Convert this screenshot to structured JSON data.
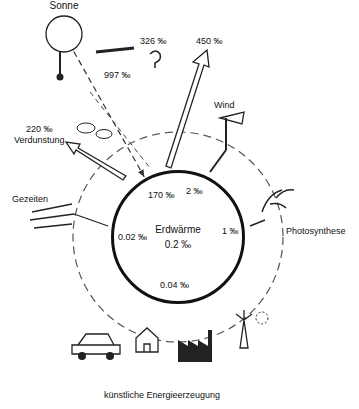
{
  "diagram": {
    "nodes": [
      {
        "text": [
          "Sonne"
        ]
      },
      {
        "text": [
          "Erdwärme",
          "0.2 ‰"
        ]
      }
    ],
    "edges": [
      {
        "from": 0,
        "to": 1,
        "arrow": "to"
      }
    ],
    "labels": [
      "326 ‰",
      "450 ‰",
      "997 ‰",
      "220 ‰",
      "Verdunstung",
      "Wind",
      "170 ‰",
      "2 ‰",
      "Photosynthese",
      "1 ‰",
      "Gezeiten",
      "0.02 ‰",
      "0.04 ‰",
      "künstliche Energieerzeugung"
    ]
  }
}
